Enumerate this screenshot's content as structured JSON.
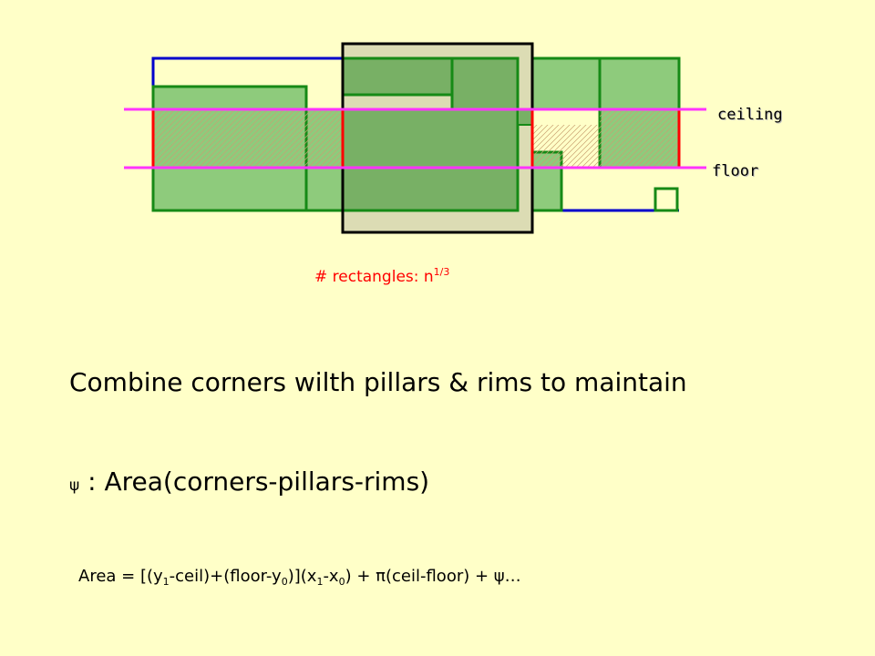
{
  "labels": {
    "ceiling": "ceiling",
    "floor": "floor"
  },
  "count": {
    "text": "# rectangles: n",
    "exponent": "1/3"
  },
  "heading": "Combine corners wilth pillars & rims to maintain",
  "psi_line": {
    "symbol": "ψ",
    "text": " : Area(corners-pillars-rims)"
  },
  "formula": {
    "p1": "Area = [(y",
    "s1": "1",
    "p2": "-ceil)+(floor-y",
    "s2": "0",
    "p3": ")](x",
    "s3": "1",
    "p4": "-x",
    "s4": "0",
    "p5": ") + π(ceil-floor) + ψ…"
  },
  "colors": {
    "background": "#ffffc8",
    "rect_fill": "#8ecb7c",
    "rect_fill_dark": "#78b065",
    "rect_stroke": "#168a16",
    "query_fill": "#dcdcb4",
    "outline_blue": "#0000cc",
    "line_magenta": "#ff33ff",
    "edge_red": "#ff0000"
  }
}
